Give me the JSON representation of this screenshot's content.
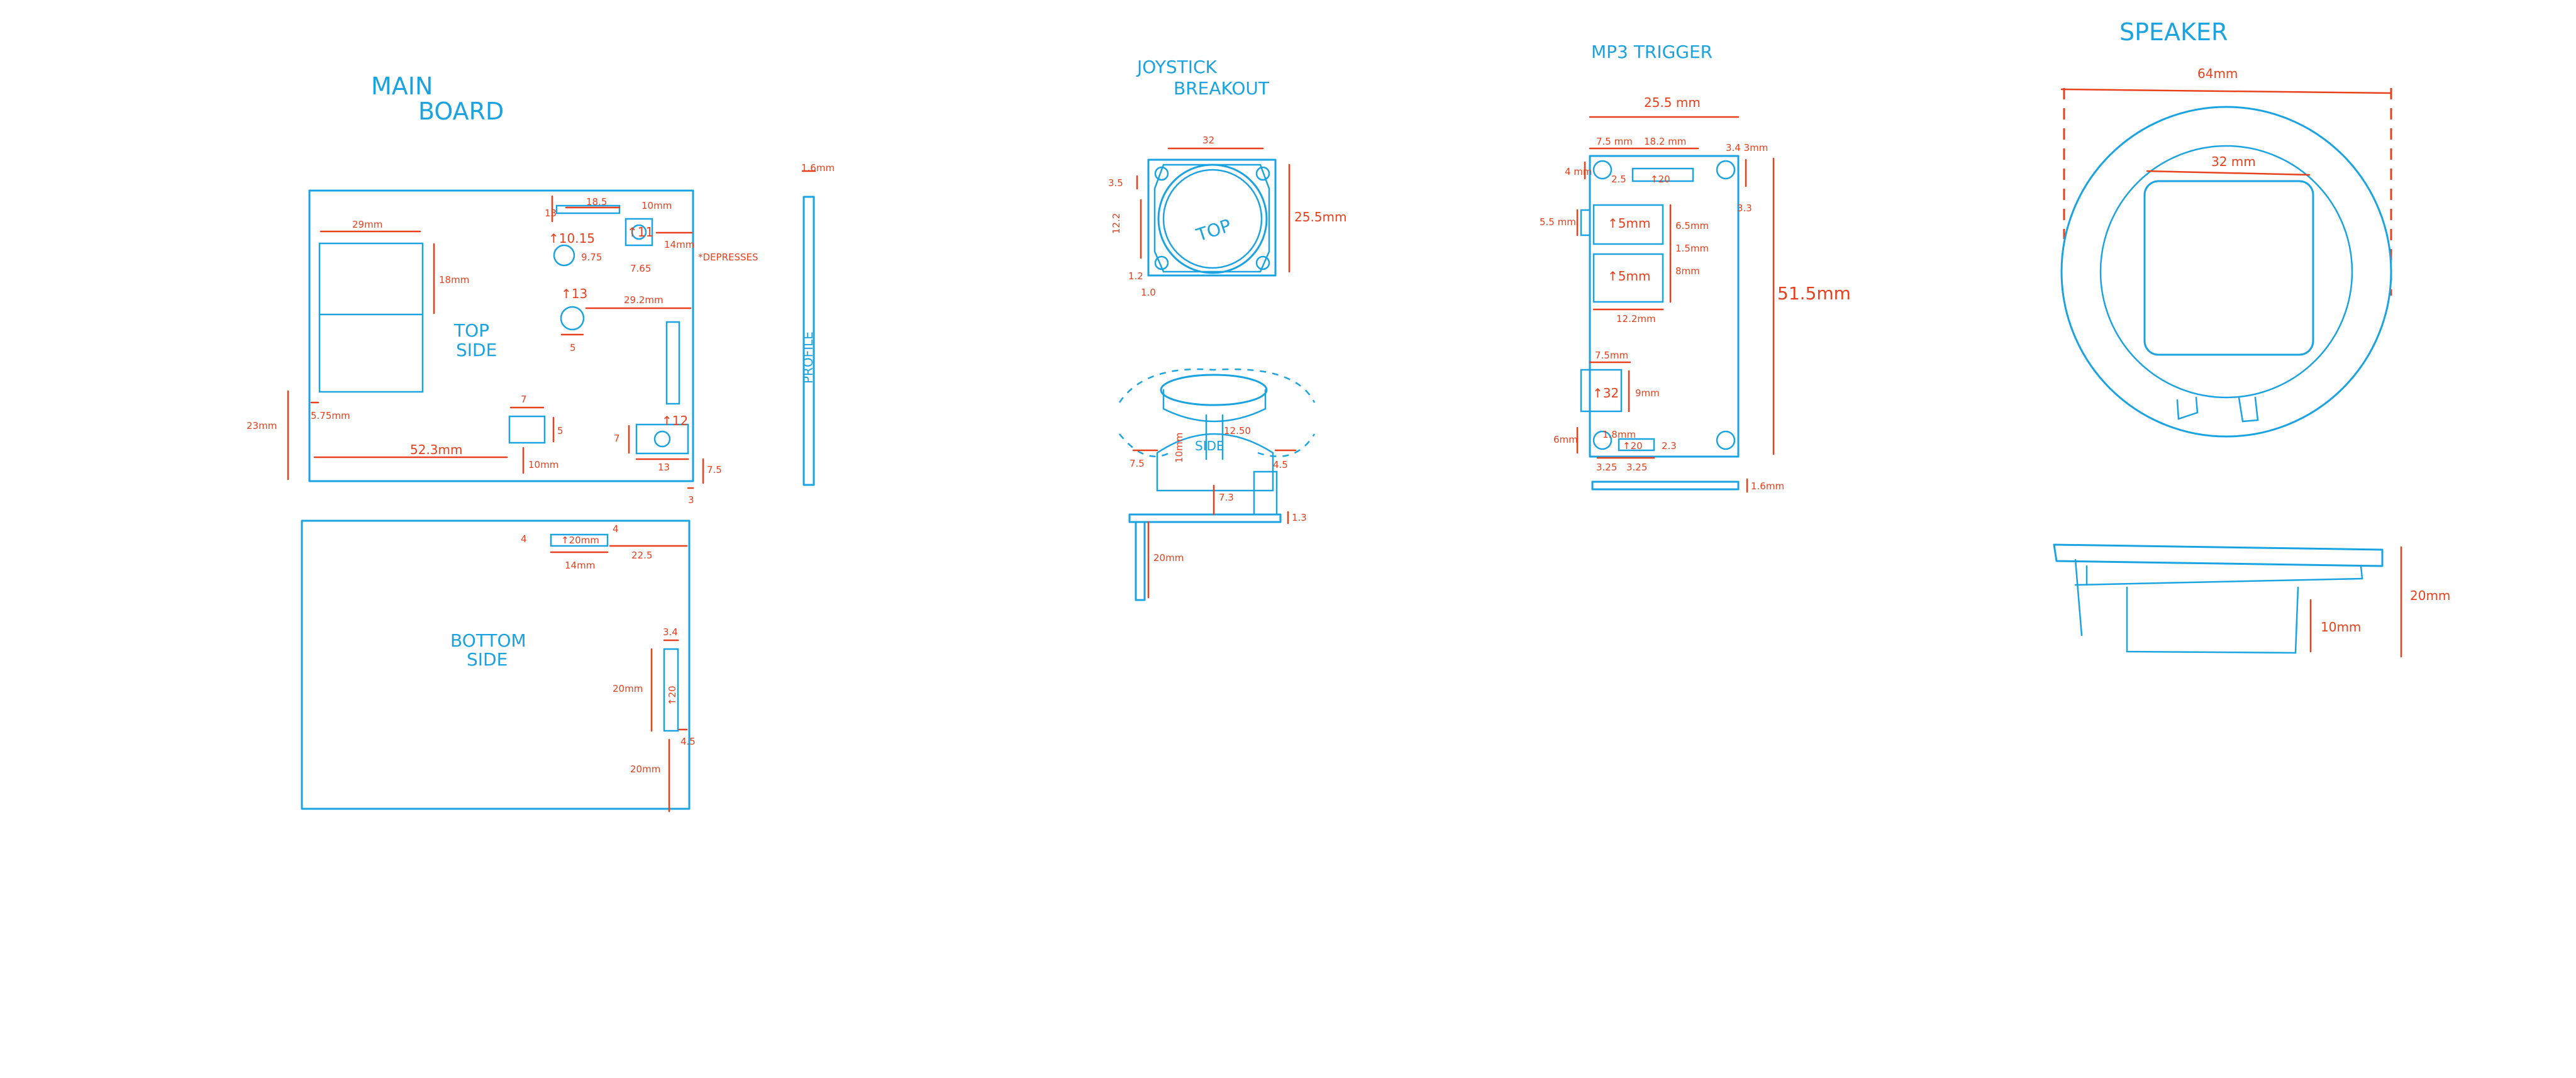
{
  "titles": {
    "main_board_line1": "MAIN",
    "main_board_line2": "BOARD",
    "joystick_line1": "JOYSTICK",
    "joystick_line2": "BREAKOUT",
    "mp3": "MP3 TRIGGER",
    "speaker": "SPEAKER"
  },
  "main_board": {
    "top_side_line1": "TOP",
    "top_side_line2": "SIDE",
    "bottom_side_line1": "BOTTOM",
    "bottom_side_line2": "SIDE",
    "profile": "PROFILE",
    "dims": {
      "d29mm": "29mm",
      "d18mm": "18mm",
      "d13": "13",
      "d18_5": "18.5",
      "d10mm": "10mm",
      "d10_15": "↑10.15",
      "d9_75": "9.75",
      "d11": "↑11",
      "d14mm": "14mm",
      "d7_65": "7.65",
      "depresses": "*DEPRESSES",
      "d13_arrow": "↑13",
      "d29_2mm": "29.2mm",
      "d5": "5",
      "d23mm": "23mm",
      "d5_75mm": "5.75mm",
      "d52_3mm": "52.3mm",
      "d7a": "7",
      "d5b": "5",
      "d10mm_b": "10mm",
      "d7b": "7",
      "d12": "↑12",
      "d13b": "13",
      "d7_5": "7.5",
      "d3": "3",
      "d1_6mm": "1.6mm",
      "d4": "4",
      "d4b": "4",
      "d20mm_arrow": "↑20mm",
      "d14mm_b": "14mm",
      "d22_5": "22.5",
      "d3_4": "3.4",
      "d20mm_v": "20mm",
      "d20_rot": "↑20",
      "d20mm_v2": "20mm",
      "d4_5": "4.5"
    }
  },
  "joystick": {
    "top_label": "TOP",
    "side_label": "SIDE",
    "dims": {
      "d32": "32",
      "d3_5": "3.5",
      "d25_5mm": "25.5mm",
      "d12_2": "12.2",
      "d1_2": "1.2",
      "d1_0": "1.0",
      "d7_5": "7.5",
      "d10mm": "10mm",
      "d12_50": "12.50",
      "d4_5": "4.5",
      "d7_3": "7.3",
      "d1_3": "1.3",
      "d20mm": "20mm"
    }
  },
  "mp3": {
    "dims": {
      "d25_5mm": "25.5 mm",
      "d7_5mm": "7.5 mm",
      "d18_2mm": "18.2 mm",
      "d3_4mm": "3.4 3mm",
      "d4mm": "4 mm",
      "d2_5": "2.5",
      "d20": "↑20",
      "d3_3": "3.3",
      "d5_5mm": "5.5 mm",
      "d5mm": "↑5mm",
      "d6_5mm": "6.5mm",
      "d1_5mm": "1.5mm",
      "d5mm_b": "↑5mm",
      "d8mm": "8mm",
      "d12_2mm": "12.2mm",
      "d51_5mm": "51.5mm",
      "d7_5mm_b": "7.5mm",
      "d32": "↑32",
      "d9mm": "9mm",
      "d6mm": "6mm",
      "d1_8mm": "1.8mm",
      "d20b": "↑20",
      "d2_3": "2.3",
      "d3_25a": "3.25",
      "d3_25b": "3.25",
      "d1_6mm": "1.6mm"
    }
  },
  "speaker": {
    "dims": {
      "d64mm": "64mm",
      "d32mm": "32 mm",
      "d20mm": "20mm",
      "d10mm": "10mm"
    }
  }
}
